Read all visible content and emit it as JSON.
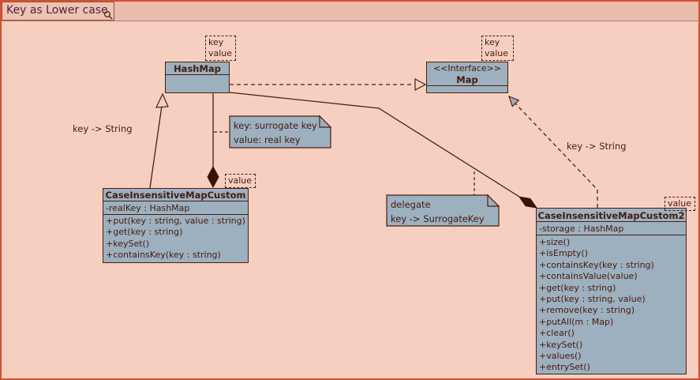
{
  "window": {
    "title": "Key as Lower case"
  },
  "classes": {
    "hashmap": {
      "name": "HashMap"
    },
    "map": {
      "stereotype": "<<Interface>>",
      "name": "Map"
    },
    "custom1": {
      "name": "CaseInsensitiveMapCustom",
      "attributes": [
        "-realKey : HashMap"
      ],
      "methods": [
        "+put(key : string, value : string)",
        "+get(key : string)",
        "+keySet()",
        "+containsKey(key : string)"
      ]
    },
    "custom2": {
      "name": "CaseInsensitiveMapCustom2",
      "attributes": [
        "-storage : HashMap"
      ],
      "methods": [
        "+size()",
        "+isEmpty()",
        "+containsKey(key : string)",
        "+containsValue(value)",
        "+get(key : string)",
        "+put(key : string, value)",
        "+remove(key : string)",
        "+putAll(m : Map)",
        "+clear()",
        "+keySet()",
        "+values()",
        "+entrySet()"
      ]
    }
  },
  "notes": {
    "surrogate": {
      "line1": "key: surrogate key",
      "line2": "value: real key"
    },
    "delegate": {
      "line1": "delegate",
      "line2": "key -> SurrogateKey"
    }
  },
  "labels": {
    "kv_hashmap": {
      "key": "key",
      "value": "value"
    },
    "kv_map": {
      "key": "key",
      "value": "value"
    },
    "value_custom1": "value",
    "value_custom2": "value",
    "edge_left": "key -> String",
    "edge_right": "key -> String"
  },
  "colors": {
    "canvas": "#f7cfc0",
    "top_strip": "#e9bcab",
    "window_border": "#d4502e",
    "class_fill": "#9db0bf",
    "line": "#4a1e0e",
    "text": "#451a0b"
  }
}
